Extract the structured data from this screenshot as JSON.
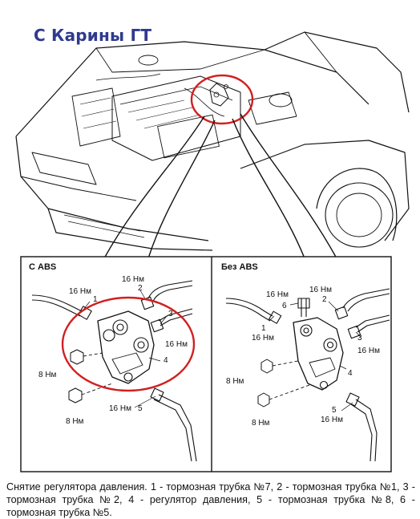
{
  "title": "С Карины ГТ",
  "panels": {
    "left": {
      "heading": "С ABS",
      "labels": {
        "torque_1": "16 Нм",
        "callout_1": "1",
        "torque_2": "16 Нм",
        "callout_2": "2",
        "callout_3": "3",
        "torque_3": "16 Нм",
        "callout_4": "4",
        "torque_8a": "8 Нм",
        "torque_8b": "8 Нм",
        "torque_5": "16 Нм",
        "callout_5": "5"
      }
    },
    "right": {
      "heading": "Без ABS",
      "labels": {
        "torque_6": "16 Нм",
        "callout_6": "6",
        "torque_2": "16 Нм",
        "callout_2": "2",
        "callout_1": "1",
        "torque_1": "16 Нм",
        "callout_3": "3",
        "torque_3": "16 Нм",
        "callout_4": "4",
        "torque_8a": "8 Нм",
        "torque_8b": "8 Нм",
        "callout_5": "5",
        "torque_5": "16 Нм"
      }
    }
  },
  "caption": "Снятие регулятора давления. 1 - тормозная трубка №7, 2 - тормозная трубка №1, 3 - тормозная трубка №2, 4 - регулятор давления, 5 - тормозная трубка №8, 6 - тормозная трубка №5.",
  "colors": {
    "title": "#2f3a8f",
    "highlight": "#d21f1f",
    "ink": "#111111"
  }
}
